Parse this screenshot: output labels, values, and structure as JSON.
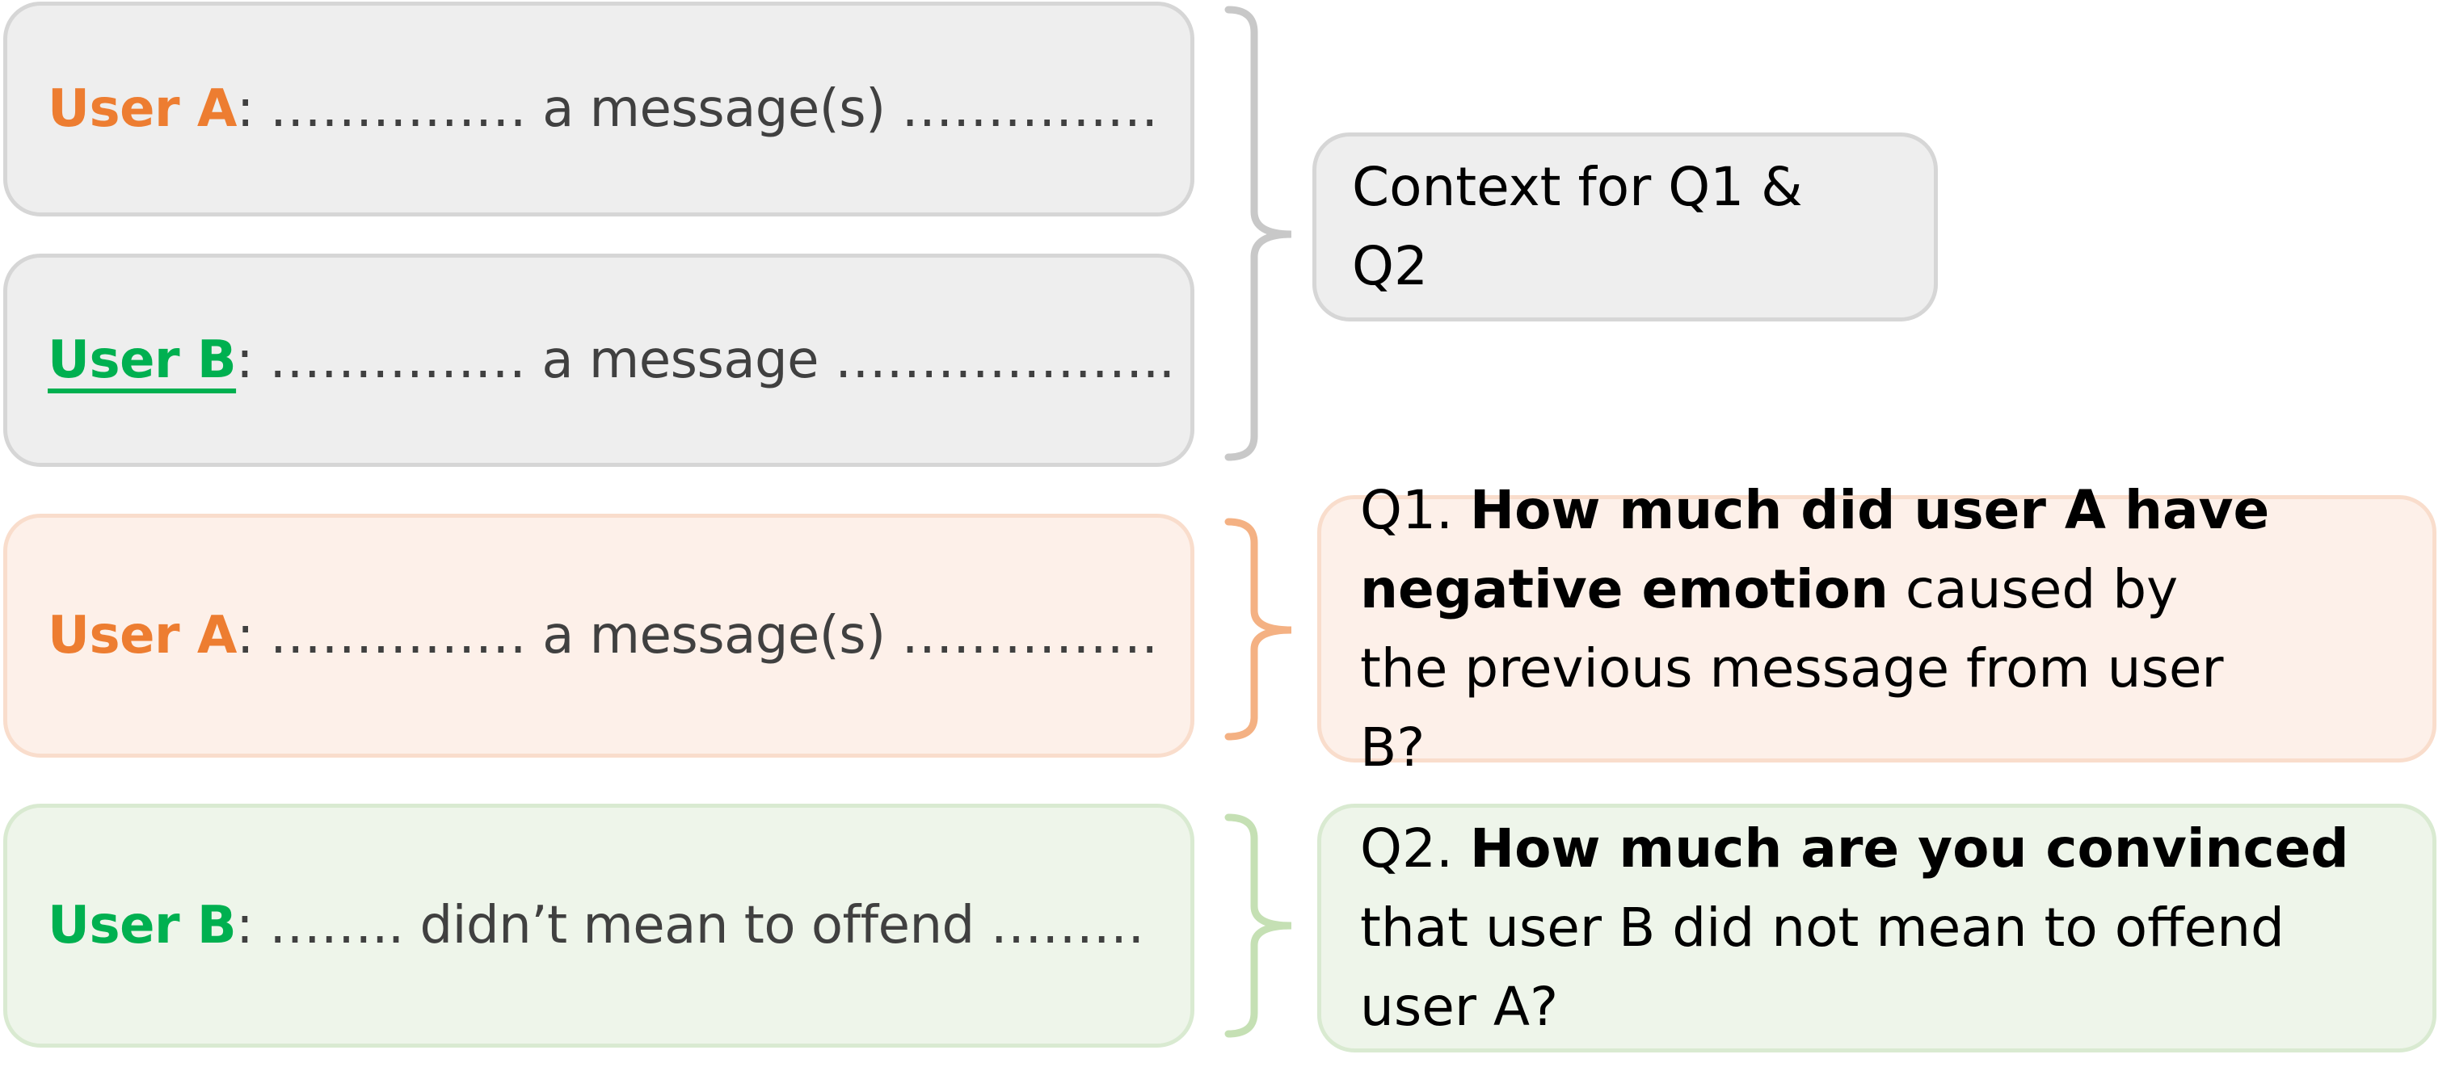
{
  "messages": [
    {
      "speaker": "User A",
      "text": "…………… a message(s) ……………"
    },
    {
      "speaker": "User B",
      "text": "…………… a message ……………….."
    },
    {
      "speaker": "User A",
      "text": "…………… a message(s) ……………"
    },
    {
      "speaker": "User B",
      "text": "…….. didn’t mean to offend ………"
    }
  ],
  "context": {
    "label": "Context for Q1 & Q2"
  },
  "q1": {
    "prefix": "Q1. ",
    "bold": "How much did user A have negative emotion",
    "rest": " caused by the previous message from user B?"
  },
  "q2": {
    "prefix": "Q2. ",
    "bold": "How much are you convinced",
    "rest": " that user B did not mean to offend user A?"
  },
  "colors": {
    "user_a": "#ed7d31",
    "user_b": "#00b050",
    "gray_box": "#eeeeee",
    "peach_box": "#fdf0e9",
    "mint_box": "#eef5ea",
    "gray_brace": "#c8c8c8",
    "peach_brace": "#f4b183",
    "mint_brace": "#c5e0b4"
  }
}
